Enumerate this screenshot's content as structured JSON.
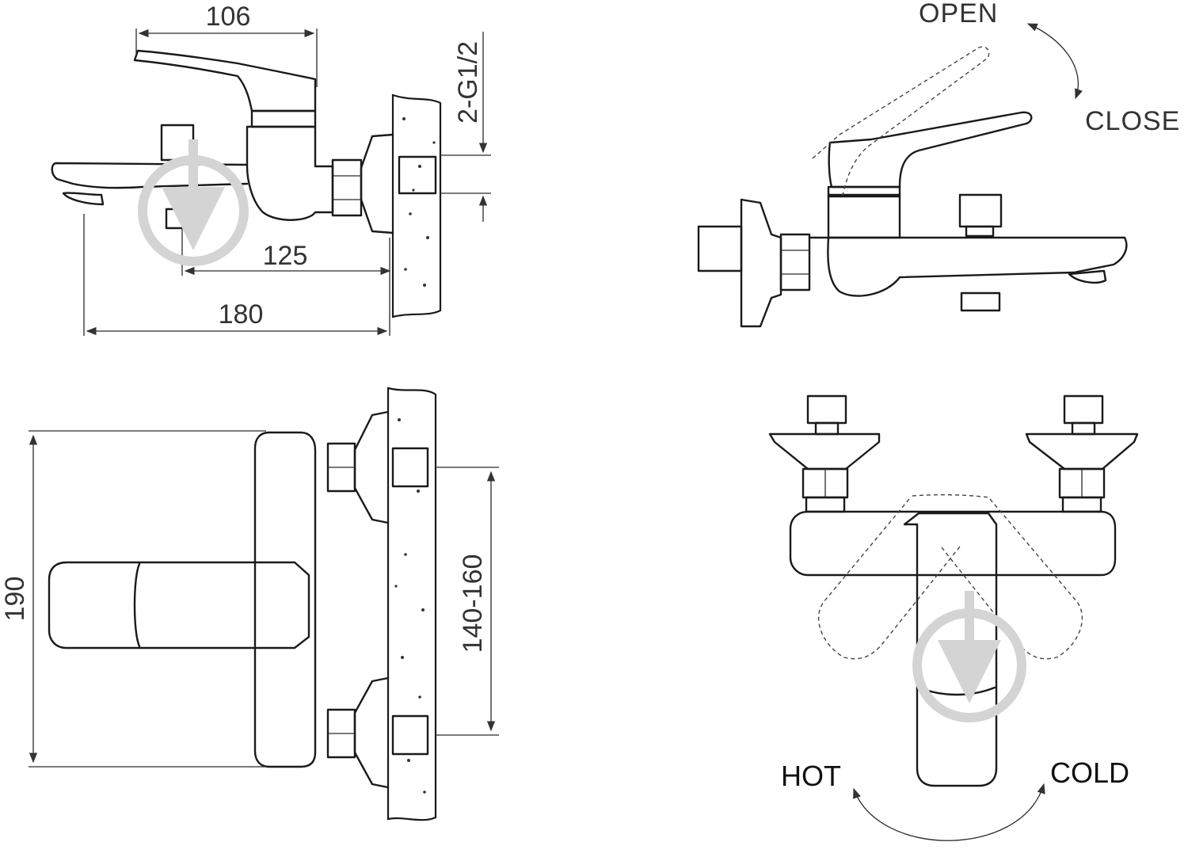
{
  "dimensions": {
    "handle_reach": "106",
    "spout_to_wall": "125",
    "total_depth": "180",
    "connection": "2-G1/2",
    "height": "190",
    "inlet_spacing": "140-160"
  },
  "labels": {
    "open": "OPEN",
    "close": "CLOSE",
    "hot": "HOT",
    "cold": "COLD"
  },
  "colors": {
    "line": "#1a1a1a",
    "text": "#333333",
    "watermark": "#d4d4d4"
  },
  "icons": [
    "watermark-logo-icon",
    "rotation-arrow-icon"
  ]
}
